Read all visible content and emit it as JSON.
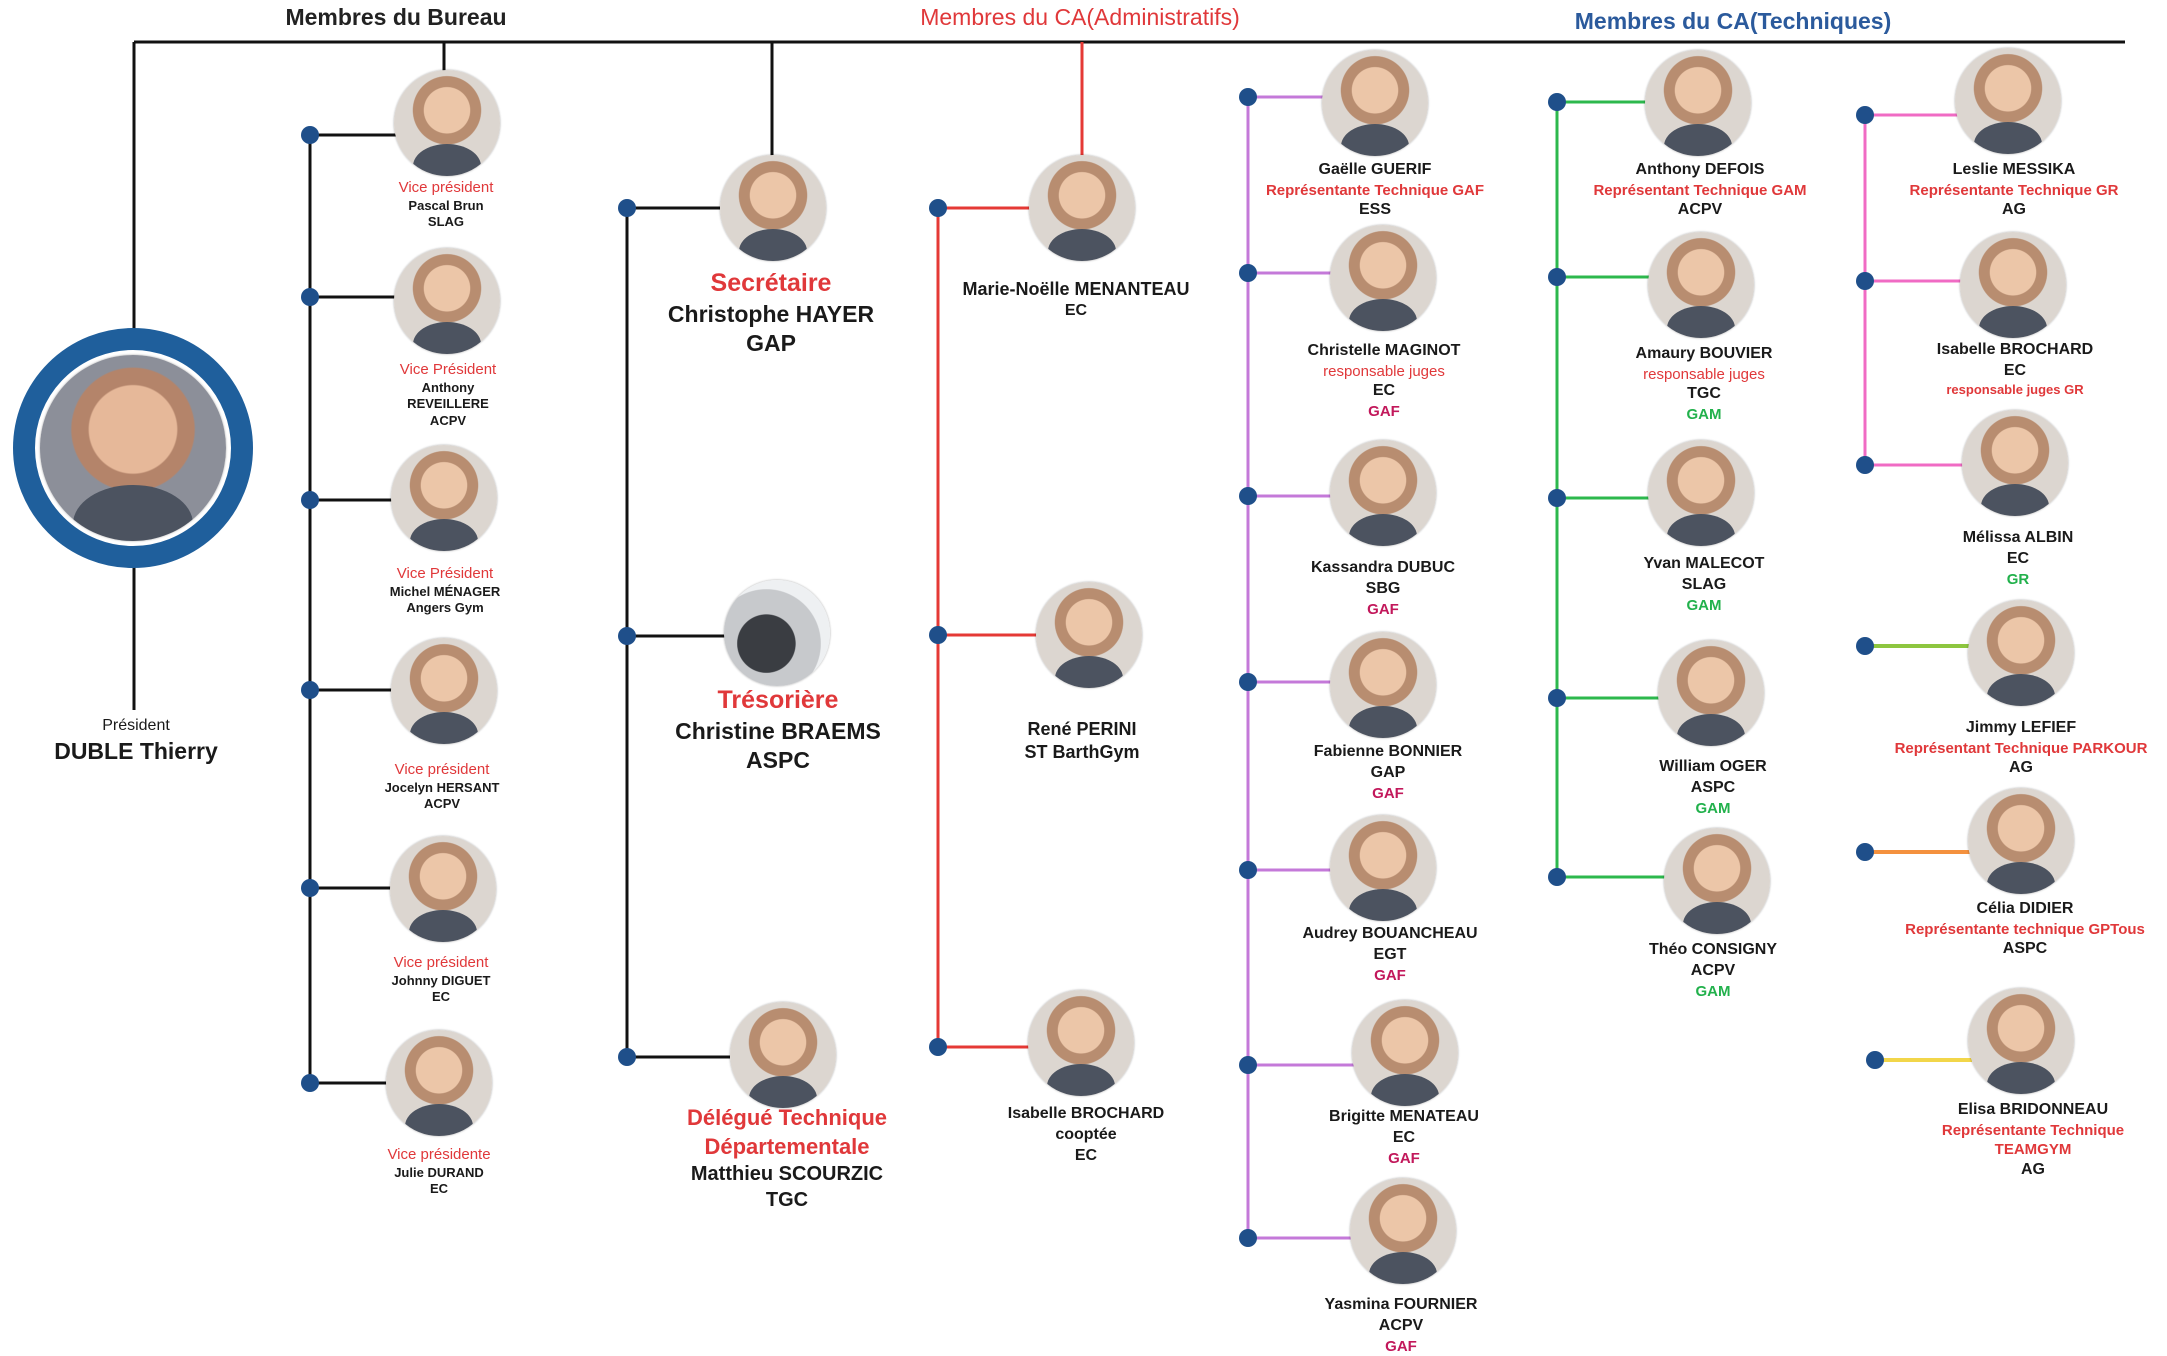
{
  "headers": {
    "bureau": "Membres du Bureau",
    "ca_admin": "Membres du CA(Administratifs)",
    "ca_tech": "Membres du CA(Techniques)"
  },
  "colors": {
    "ring": "#1f5f9c",
    "admin_branch": "#e53935",
    "gaf_branch": "#c479d9",
    "gam_branch": "#2db84d",
    "red_text": "#e0383a",
    "gaf_text": "#c2185b",
    "gam_text": "#22b14c"
  },
  "president": {
    "role": "Président",
    "name": "DUBLE Thierry"
  },
  "bureau_vp": [
    {
      "role": "Vice président",
      "name": "Pascal Brun",
      "club": "SLAG"
    },
    {
      "role": "Vice Président",
      "name": "Anthony",
      "name2": "REVEILLERE",
      "club": "ACPV"
    },
    {
      "role": "Vice Président",
      "name": "Michel MÉNAGER",
      "club": "Angers Gym"
    },
    {
      "role": "Vice président",
      "name": "Jocelyn HERSANT",
      "club": "ACPV"
    },
    {
      "role": "Vice président",
      "name": "Johnny DIGUET",
      "club": "EC"
    },
    {
      "role": "Vice présidente",
      "name": "Julie DURAND",
      "club": "EC"
    }
  ],
  "bureau_officers": [
    {
      "role": "Secrétaire",
      "name": "Christophe HAYER",
      "club": "GAP"
    },
    {
      "role": "Trésorière",
      "name": "Christine BRAEMS",
      "club": "ASPC"
    },
    {
      "role": "Délégué Technique",
      "role2": "Départementale",
      "name": "Matthieu SCOURZIC",
      "club": "TGC"
    }
  ],
  "ca_admin": [
    {
      "name": "Marie-Noëlle MENANTEAU",
      "club": "EC"
    },
    {
      "name": "René PERINI",
      "club": "ST BarthGym"
    },
    {
      "name": "Isabelle BROCHARD",
      "note": "cooptée",
      "club": "EC"
    }
  ],
  "ca_gaf": [
    {
      "name": "Gaëlle GUERIF",
      "role": "Représentante Technique GAF",
      "club": "ESS"
    },
    {
      "name": "Christelle MAGINOT",
      "role": "responsable juges",
      "club": "EC",
      "disc": "GAF"
    },
    {
      "name": "Kassandra DUBUC",
      "club": "SBG",
      "disc": "GAF"
    },
    {
      "name": "Fabienne BONNIER",
      "club": "GAP",
      "disc": "GAF"
    },
    {
      "name": "Audrey BOUANCHEAU",
      "club": "EGT",
      "disc": "GAF"
    },
    {
      "name": "Brigitte MENATEAU",
      "club": "EC",
      "disc": "GAF"
    },
    {
      "name": "Yasmina FOURNIER",
      "club": "ACPV",
      "disc": "GAF"
    }
  ],
  "ca_gam": [
    {
      "name": "Anthony DEFOIS",
      "role": "Représentant Technique GAM",
      "club": "ACPV"
    },
    {
      "name": "Amaury BOUVIER",
      "role": "responsable juges",
      "club": "TGC",
      "disc": "GAM"
    },
    {
      "name": "Yvan MALECOT",
      "club": "SLAG",
      "disc": "GAM"
    },
    {
      "name": "William OGER",
      "club": "ASPC",
      "disc": "GAM"
    },
    {
      "name": "Théo CONSIGNY",
      "club": "ACPV",
      "disc": "GAM"
    }
  ],
  "ca_other": [
    {
      "name": "Leslie MESSIKA",
      "role": "Représentante Technique GR",
      "club": "AG"
    },
    {
      "name": "Isabelle BROCHARD",
      "club": "EC",
      "role": "responsable juges GR"
    },
    {
      "name": "Mélissa ALBIN",
      "club": "EC",
      "disc": "GR"
    },
    {
      "name": "Jimmy LEFIEF",
      "role": "Représentant Technique PARKOUR",
      "club": "AG"
    },
    {
      "name": "Célia DIDIER",
      "role": "Représentante technique GPTous",
      "club": "ASPC"
    },
    {
      "name": "Elisa BRIDONNEAU",
      "role": "Représentante Technique",
      "role2": "TEAMGYM",
      "club": "AG"
    }
  ]
}
